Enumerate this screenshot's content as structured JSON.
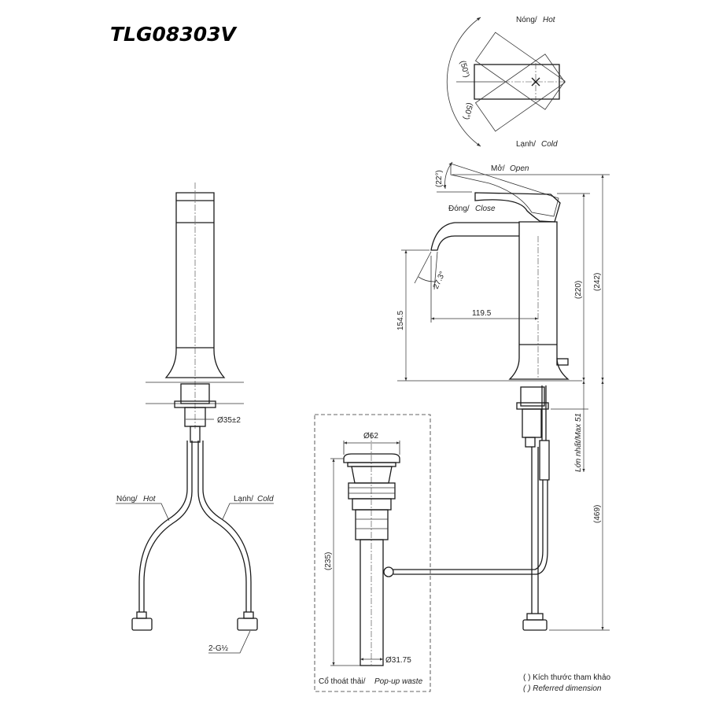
{
  "model": "TLG08303V",
  "handle_view": {
    "hot_vi": "Nóng/",
    "hot_en": "Hot",
    "cold_vi": "Lạnh/",
    "cold_en": "Cold",
    "hot_angle": "(50°)",
    "cold_angle": "(50°)"
  },
  "side_view": {
    "open_vi": "Mở/",
    "open_en": "Open",
    "close_vi": "Đóng/",
    "close_en": "Close",
    "lever_angle": "(22°)",
    "spout_angle": "27.3°",
    "spout_reach": "119.5",
    "spout_height": "154.5",
    "height_220": "(220)",
    "height_242": "(242)",
    "height_469": "(469)",
    "max_thickness": "Lớn nhất/Max 51"
  },
  "front_view": {
    "hole_dia": "Ø35±2",
    "hot_vi": "Nóng/",
    "hot_en": "Hot",
    "cold_vi": "Lạnh/",
    "cold_en": "Cold",
    "thread": "2-G½"
  },
  "waste": {
    "top_dia": "Ø62",
    "length": "(235)",
    "bottom_dia": "Ø31.75",
    "label_vi": "Cổ thoát thải/",
    "label_en": "Pop-up waste"
  },
  "legend": {
    "line1": "( ) Kích thước tham khảo",
    "line2": "( ) Referred dimension"
  }
}
